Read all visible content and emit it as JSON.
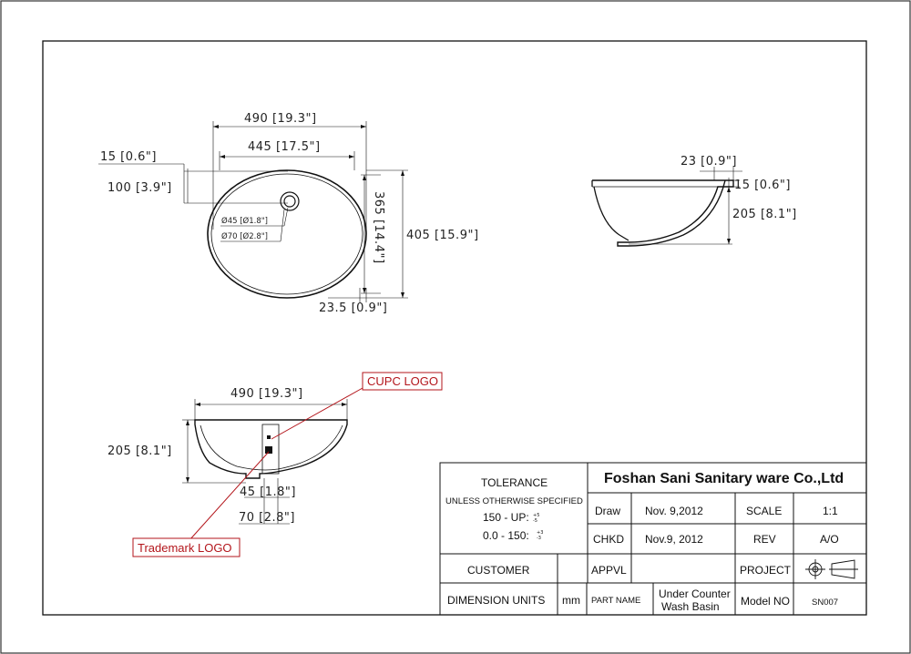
{
  "top_view": {
    "overall_width": "490 [19.3\"]",
    "inner_width": "445 [17.5\"]",
    "rim": "15 [0.6\"]",
    "hole_offset": "100 [3.9\"]",
    "hole_small": "Ø45 [Ø1.8\"]",
    "hole_large": "Ø70 [Ø2.8\"]",
    "inner_depth": "365 [14.4\"]",
    "overall_depth": "405 [15.9\"]",
    "edge": "23.5 [0.9\"]"
  },
  "side_view": {
    "flange": "23 [0.9\"]",
    "rim": "15 [0.6\"]",
    "height": "205 [8.1\"]"
  },
  "front_view": {
    "width": "490 [19.3\"]",
    "height": "205 [8.1\"]",
    "drain_small": "45 [1.8\"]",
    "drain_large": "70 [2.8\"]",
    "cupc_label": "CUPC LOGO",
    "trademark_label": "Trademark LOGO"
  },
  "title_block": {
    "company": "Foshan Sani Sanitary ware Co.,Ltd",
    "tolerance": "TOLERANCE",
    "unless": "UNLESS OTHERWISE SPECIFIED",
    "tol1": "150 - UP:",
    "tol2": "0.0 - 150:",
    "draw_label": "Draw",
    "draw_value": "Nov. 9,2012",
    "chkd_label": "CHKD",
    "chkd_value": "Nov.9, 2012",
    "scale_label": "SCALE",
    "scale_value": "1:1",
    "rev_label": "REV",
    "rev_value": "A/O",
    "customer_label": "CUSTOMER",
    "appvl_label": "APPVL",
    "project_label": "PROJECT",
    "dim_units_label": "DIMENSION UNITS",
    "dim_units_value": "mm",
    "part_name_label": "PART NAME",
    "part_name_line1": "Under Counter",
    "part_name_line2": "Wash Basin",
    "model_label": "Model NO",
    "model_value": "SN007"
  }
}
